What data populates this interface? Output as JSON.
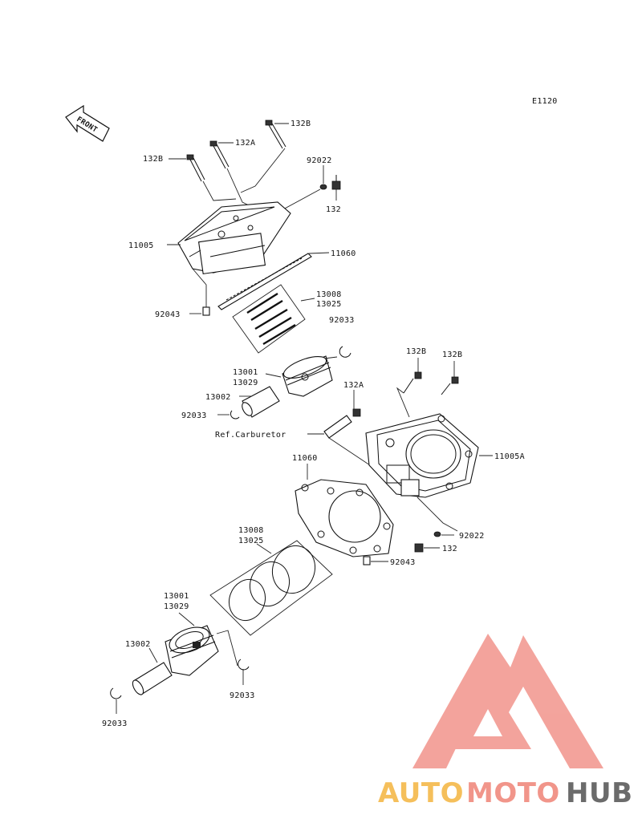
{
  "diagram_code": "E1120",
  "front_arrow_label": "FRONT",
  "labels": {
    "bolt_132B_top": "132B",
    "bolt_132A_top": "132A",
    "bolt_132B_left": "132B",
    "washer_92022_top": "92022",
    "bolt_132_top": "132",
    "head_11005": "11005",
    "gasket_11060_top": "11060",
    "dowel_92043_top": "92043",
    "rings_13008_top": "13008",
    "rings_13025_top": "13025",
    "clip_92033_top_right": "92033",
    "piston_13001_top": "13001",
    "piston_13029_top": "13029",
    "pin_13002_top": "13002",
    "clip_92033_top_left": "92033",
    "bolt_132A_mid": "132A",
    "bolt_132B_mid_left": "132B",
    "bolt_132B_mid_right": "132B",
    "ref_carburetor": "Ref.Carburetor",
    "head_11005A": "11005A",
    "gasket_11060_bottom": "11060",
    "washer_92022_bottom": "92022",
    "bolt_132_bottom": "132",
    "dowel_92043_bottom": "92043",
    "rings_13008_bottom": "13008",
    "rings_13025_bottom": "13025",
    "piston_13001_bottom": "13001",
    "piston_13029_bottom": "13029",
    "pin_13002_bottom": "13002",
    "clip_92033_bottom_right": "92033",
    "clip_92033_bottom_left": "92033"
  },
  "watermark": {
    "part1": "AUTO",
    "part2": "MOTO",
    "part3": "HUB",
    "color_part1": "#f5b94a",
    "color_part2": "#f08a7e",
    "color_part3": "#5b5b5b",
    "triangle_color": "#f29a92"
  }
}
